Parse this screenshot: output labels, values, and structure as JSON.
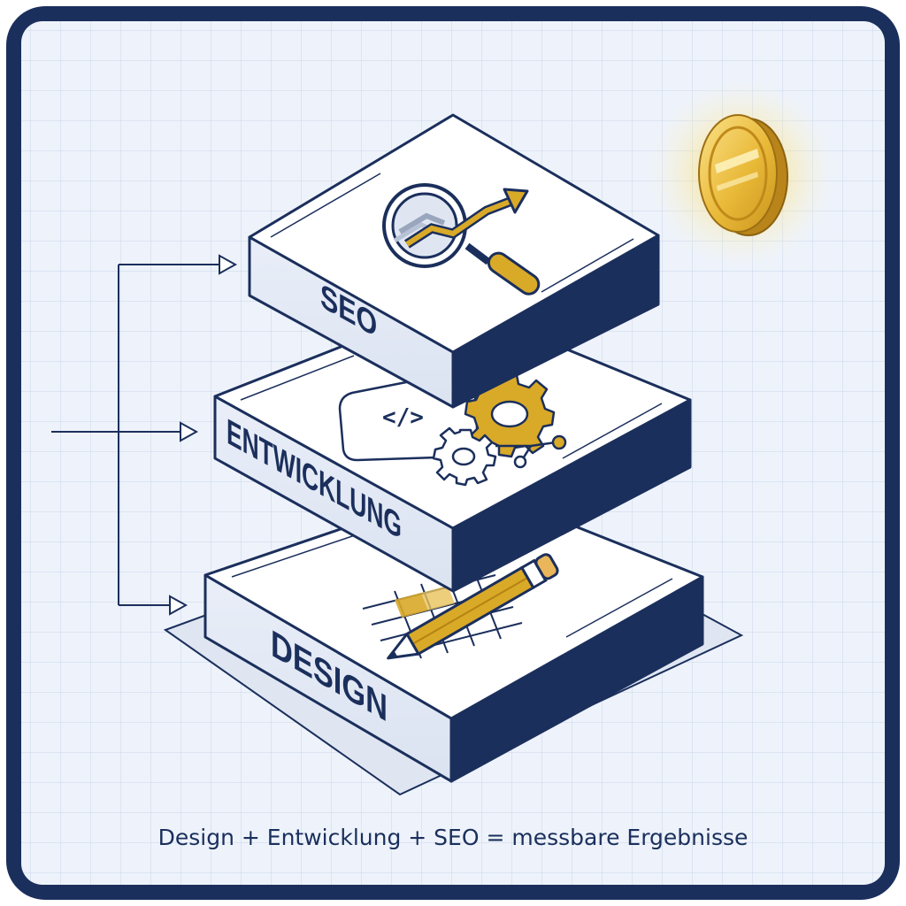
{
  "layers": {
    "top": {
      "label": "SEO",
      "icon": "magnifier-chart-icon"
    },
    "middle": {
      "label": "ENTWICKLUNG",
      "icon": "code-gears-icon",
      "code_symbol": "</>"
    },
    "bottom": {
      "label": "DESIGN",
      "icon": "pencil-grid-icon"
    }
  },
  "caption": "Design + Entwicklung + SEO = messbare Ergebnisse",
  "decor": {
    "coin_icon": "gold-coin-icon",
    "arrows": "bracket-arrows-icon"
  },
  "colors": {
    "navy": "#1b2f5c",
    "gold": "#d9a928",
    "background": "#eef3fb",
    "grid": "#c9d6ea",
    "layer_face": "#ffffff"
  }
}
